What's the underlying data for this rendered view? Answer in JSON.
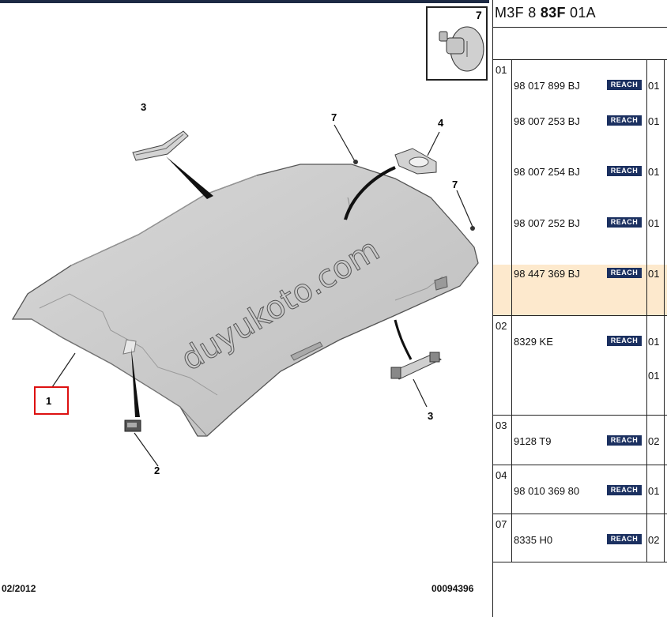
{
  "diagram": {
    "callouts": [
      "1",
      "2",
      "3",
      "3",
      "4",
      "7",
      "7",
      "7"
    ],
    "watermark": "duyukoto.com",
    "footer_date": "02/2012",
    "footer_code": "00094396"
  },
  "panel": {
    "title_prefix": "M3F 8 ",
    "title_bold": "83F",
    "title_suffix": " 01A",
    "reach_label": "REACH",
    "groups": [
      {
        "num": "01",
        "rows": [
          {
            "pn": "98 017 899 BJ",
            "qty": "01"
          },
          {
            "pn": "98 007 253 BJ",
            "qty": "01"
          },
          {
            "pn": "98 007 254 BJ",
            "qty": "01"
          },
          {
            "pn": "98 007 252 BJ",
            "qty": "01"
          },
          {
            "pn": "98 447 369 BJ",
            "qty": "01"
          }
        ]
      },
      {
        "num": "02",
        "rows": [
          {
            "pn": "8329 KE",
            "qty": "01"
          },
          {
            "pn": "",
            "qty": "01"
          }
        ]
      },
      {
        "num": "03",
        "rows": [
          {
            "pn": "9128 T9",
            "qty": "02"
          }
        ]
      },
      {
        "num": "04",
        "rows": [
          {
            "pn": "98 010 369 80",
            "qty": "01"
          }
        ]
      },
      {
        "num": "07",
        "rows": [
          {
            "pn": "8335 H0",
            "qty": "02"
          }
        ]
      }
    ]
  }
}
